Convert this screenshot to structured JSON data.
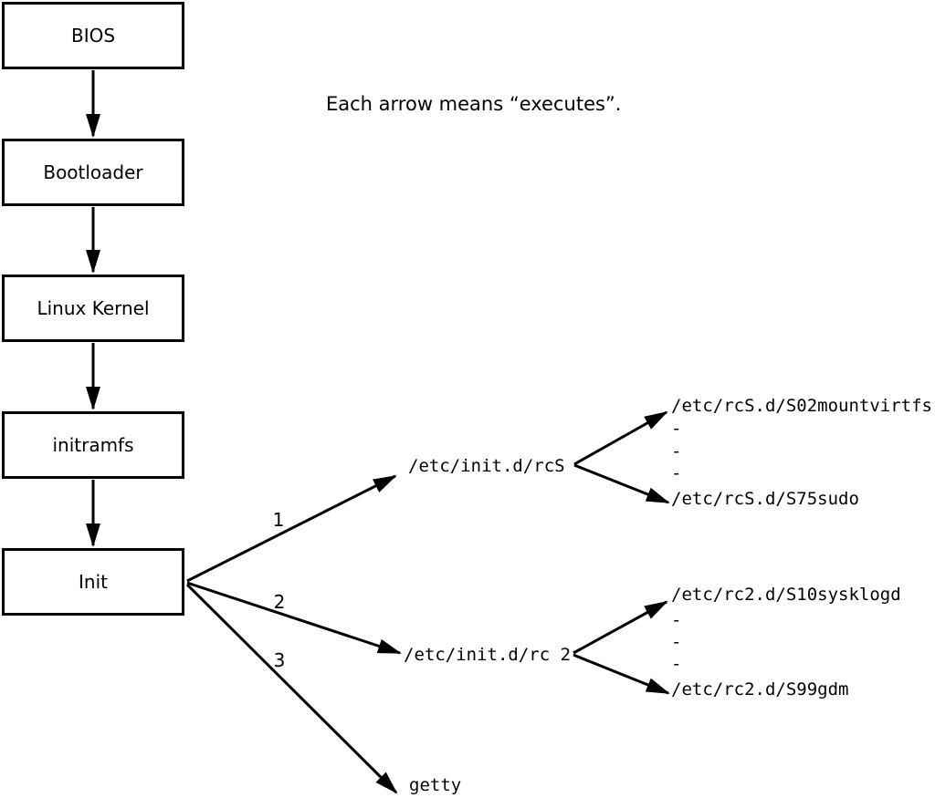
{
  "caption": {
    "text": "Each arrow means “executes”."
  },
  "chain": [
    {
      "label": "BIOS"
    },
    {
      "label": "Bootloader"
    },
    {
      "label": "Linux Kernel"
    },
    {
      "label": "initramfs"
    },
    {
      "label": "Init"
    }
  ],
  "init_branches": [
    {
      "number": "1",
      "target": "/etc/init.d/rcS"
    },
    {
      "number": "2",
      "target": "/etc/init.d/rc 2"
    },
    {
      "number": "3",
      "target": "getty"
    }
  ],
  "rcS_listing": {
    "first": "/etc/rcS.d/S02mountvirtfs",
    "dash1": "-",
    "dash2": "-",
    "dash3": "-",
    "last": "/etc/rcS.d/S75sudo"
  },
  "rc2_listing": {
    "first": "/etc/rc2.d/S10sysklogd",
    "dash1": "-",
    "dash2": "-",
    "dash3": "-",
    "last": "/etc/rc2.d/S99gdm"
  },
  "colors": {
    "ink": "#000000",
    "background": "#ffffff"
  }
}
